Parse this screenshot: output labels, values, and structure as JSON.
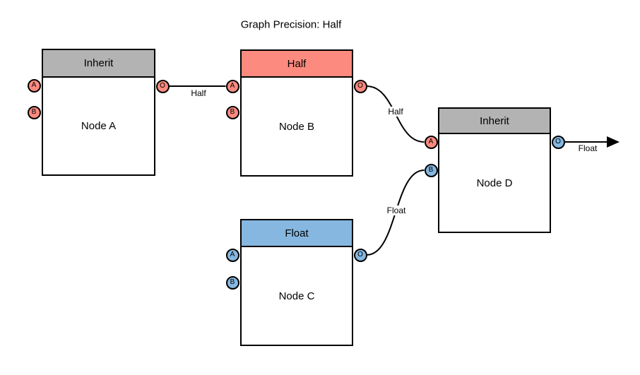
{
  "title": "Graph Precision: Half",
  "colors": {
    "salmon": "#fc8a7e",
    "blue": "#85b7e0",
    "gray": "#b3b3b3",
    "stroke": "#000000",
    "background": "#ffffff"
  },
  "nodes": [
    {
      "name": "Node A",
      "header": "Inherit",
      "header_color": "gray",
      "ports": {
        "a": "A",
        "b": "B",
        "out": "O"
      },
      "port_colors": {
        "a": "salmon",
        "b": "salmon",
        "out": "salmon"
      }
    },
    {
      "name": "Node B",
      "header": "Half",
      "header_color": "salmon",
      "ports": {
        "a": "A",
        "b": "B",
        "out": "O"
      },
      "port_colors": {
        "a": "salmon",
        "b": "salmon",
        "out": "salmon"
      }
    },
    {
      "name": "Node C",
      "header": "Float",
      "header_color": "blue",
      "ports": {
        "a": "A",
        "b": "B",
        "out": "O"
      },
      "port_colors": {
        "a": "blue",
        "b": "blue",
        "out": "blue"
      }
    },
    {
      "name": "Node D",
      "header": "Inherit",
      "header_color": "gray",
      "ports": {
        "a": "A",
        "b": "B",
        "out": "O"
      },
      "port_colors": {
        "a": "salmon",
        "b": "blue",
        "out": "blue"
      }
    }
  ],
  "edges": [
    {
      "label": "Half",
      "from": "Node A.O",
      "to": "Node B.A",
      "arrow": false
    },
    {
      "label": "Half",
      "from": "Node B.O",
      "to": "Node D.A",
      "arrow": false
    },
    {
      "label": "Float",
      "from": "Node C.O",
      "to": "Node D.B",
      "arrow": false
    },
    {
      "label": "Float",
      "from": "Node D.O",
      "to": "graph-output",
      "arrow": true
    }
  ]
}
